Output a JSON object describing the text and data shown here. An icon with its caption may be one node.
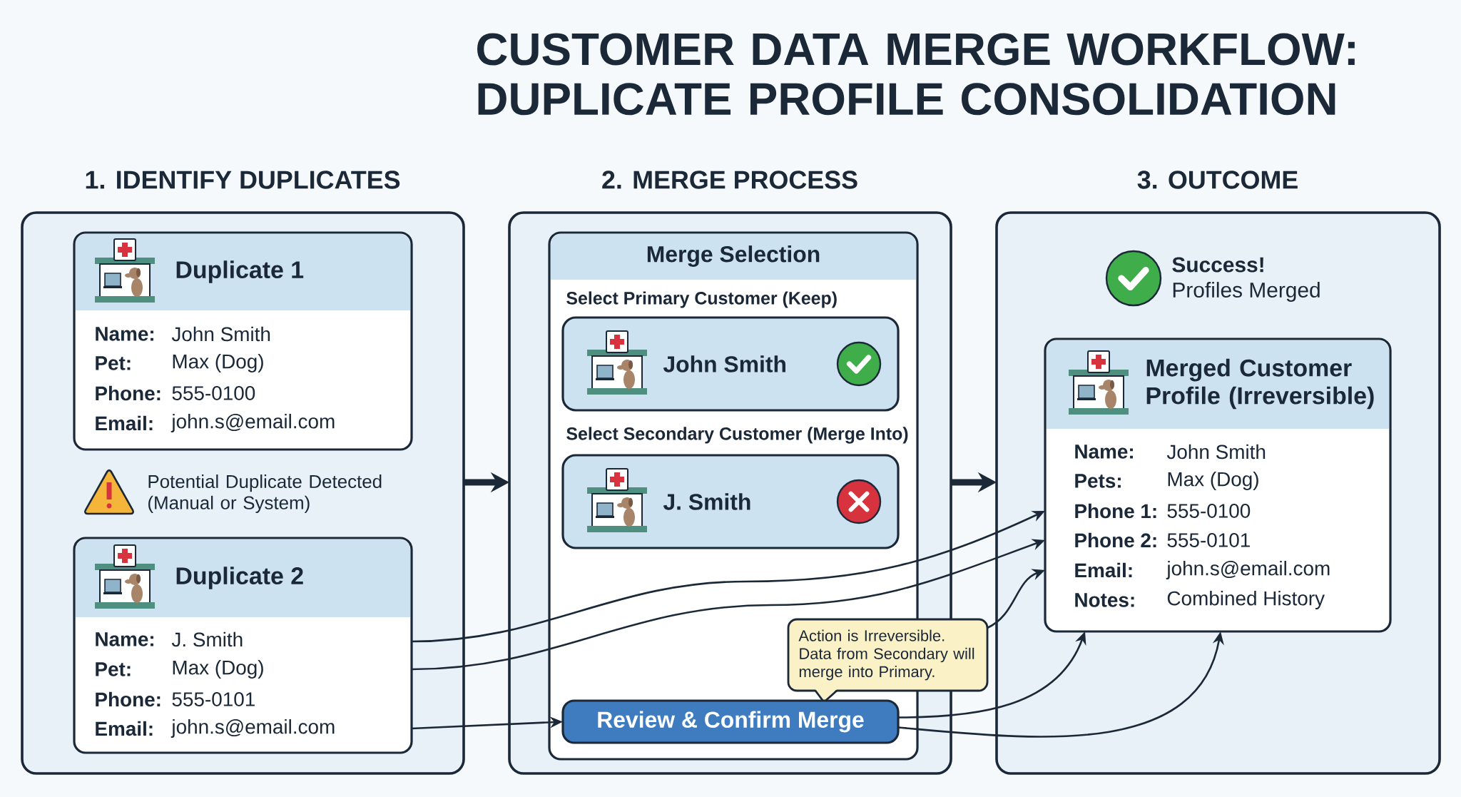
{
  "diagram": {
    "title": "CUSTOMER DATA MERGE WORKFLOW: DUPLICATE PROFILE CONSOLIDATION",
    "nodes": [
      {
        "text": [
          "1. IDENTIFY DUPLICATES"
        ]
      },
      {
        "text": [
          "Duplicate 1",
          "Name:",
          "John Smith",
          "Pet:",
          "Max (Dog)",
          "Phone:",
          "555-0100",
          "Email:",
          "john.s@email.com"
        ],
        "in": 0
      },
      {
        "text": [
          "Duplicate 2",
          "Name:",
          "J. Smith",
          "Pet:",
          "Max (Dog)",
          "Phone:",
          "555-0101",
          "Email:",
          "john.s@email.com"
        ],
        "in": 0
      },
      {
        "text": [
          "2. MERGE PROCESS"
        ]
      },
      {
        "text": [
          "Merge Selection",
          "Select Primary Customer (Keep)",
          "Select Secondary Customer (Merge Into)"
        ],
        "in": 3
      },
      {
        "text": [
          "John Smith"
        ],
        "in": 4
      },
      {
        "text": [
          "J. Smith"
        ],
        "in": 4
      },
      {
        "text": [
          "Action is Irreversible. Data from Secondary will merge into Primary."
        ]
      },
      {
        "text": [
          "Review & Confirm Merge"
        ],
        "in": 4
      },
      {
        "text": [
          "3. OUTCOME"
        ]
      },
      {
        "text": [
          "Merged Customer Profile (Irreversible)",
          "Name:",
          "John Smith",
          "Pets:",
          "Max (Dog)",
          "Phone 1:",
          "555-0100",
          "Phone 2:",
          "555-0101",
          "Email:",
          "john.s@email.com",
          "Notes:",
          "Combined History"
        ],
        "in": 9
      }
    ],
    "edges": [
      {
        "from": 0,
        "to": 3,
        "arrow": "to",
        "style": "thick"
      },
      {
        "from": 3,
        "to": 9,
        "arrow": "to",
        "style": "thick"
      },
      {
        "from": 2,
        "to": 10,
        "arrow": "to"
      },
      {
        "from": 2,
        "to": 10,
        "arrow": "to"
      },
      {
        "from": 2,
        "to": 8,
        "arrow": "to"
      },
      {
        "from": 7,
        "to": 10,
        "arrow": "to"
      },
      {
        "from": 8,
        "to": 10,
        "arrow": "to"
      },
      {
        "from": 8,
        "to": 10,
        "arrow": "to"
      }
    ],
    "labels": [
      "Potential Duplicate Detected (Manual or System)",
      "Success!",
      "Profiles Merged"
    ]
  }
}
